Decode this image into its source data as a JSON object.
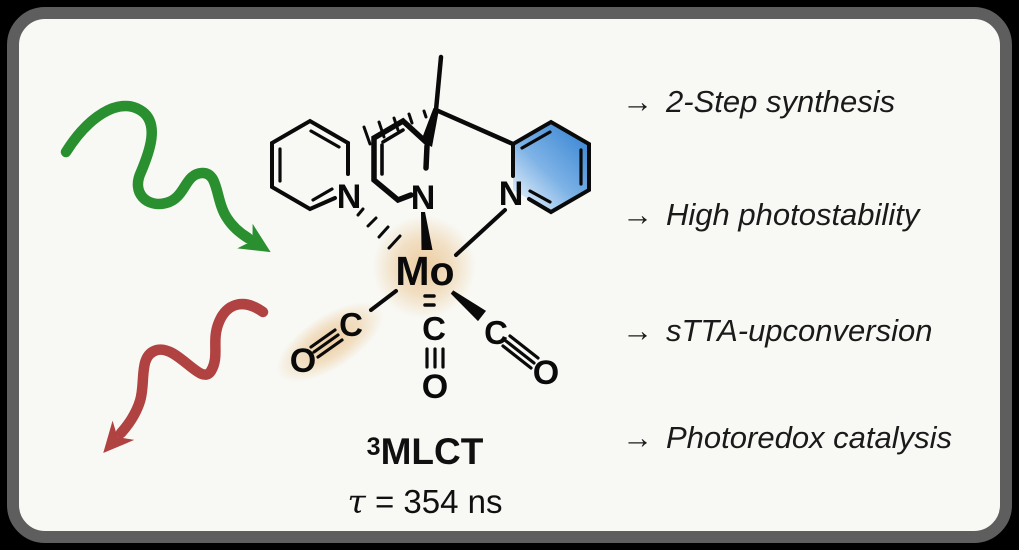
{
  "panel": {
    "background": "#f8f9f5",
    "border_color": "#5e5e5e",
    "outside_color": "#000000"
  },
  "photon_arrows": {
    "excitation": {
      "color": "#2a8f2f"
    },
    "emission": {
      "color": "#b04241"
    }
  },
  "molecule": {
    "metal": "Mo",
    "nitrogen": "N",
    "carbon": "C",
    "oxygen": "O",
    "mlct_ring_color": "#2f7fd0",
    "glow_color": "#ecca9b"
  },
  "captions": {
    "excited_state_superscript": "3",
    "excited_state": "MLCT",
    "lifetime_symbol": "τ",
    "lifetime_value": " = 354 ns"
  },
  "features": {
    "bullet": "→",
    "items": [
      {
        "label": "2-Step synthesis"
      },
      {
        "label": "High photostability"
      },
      {
        "label": "sTTA-upconversion"
      },
      {
        "label": "Photoredox catalysis"
      }
    ]
  }
}
